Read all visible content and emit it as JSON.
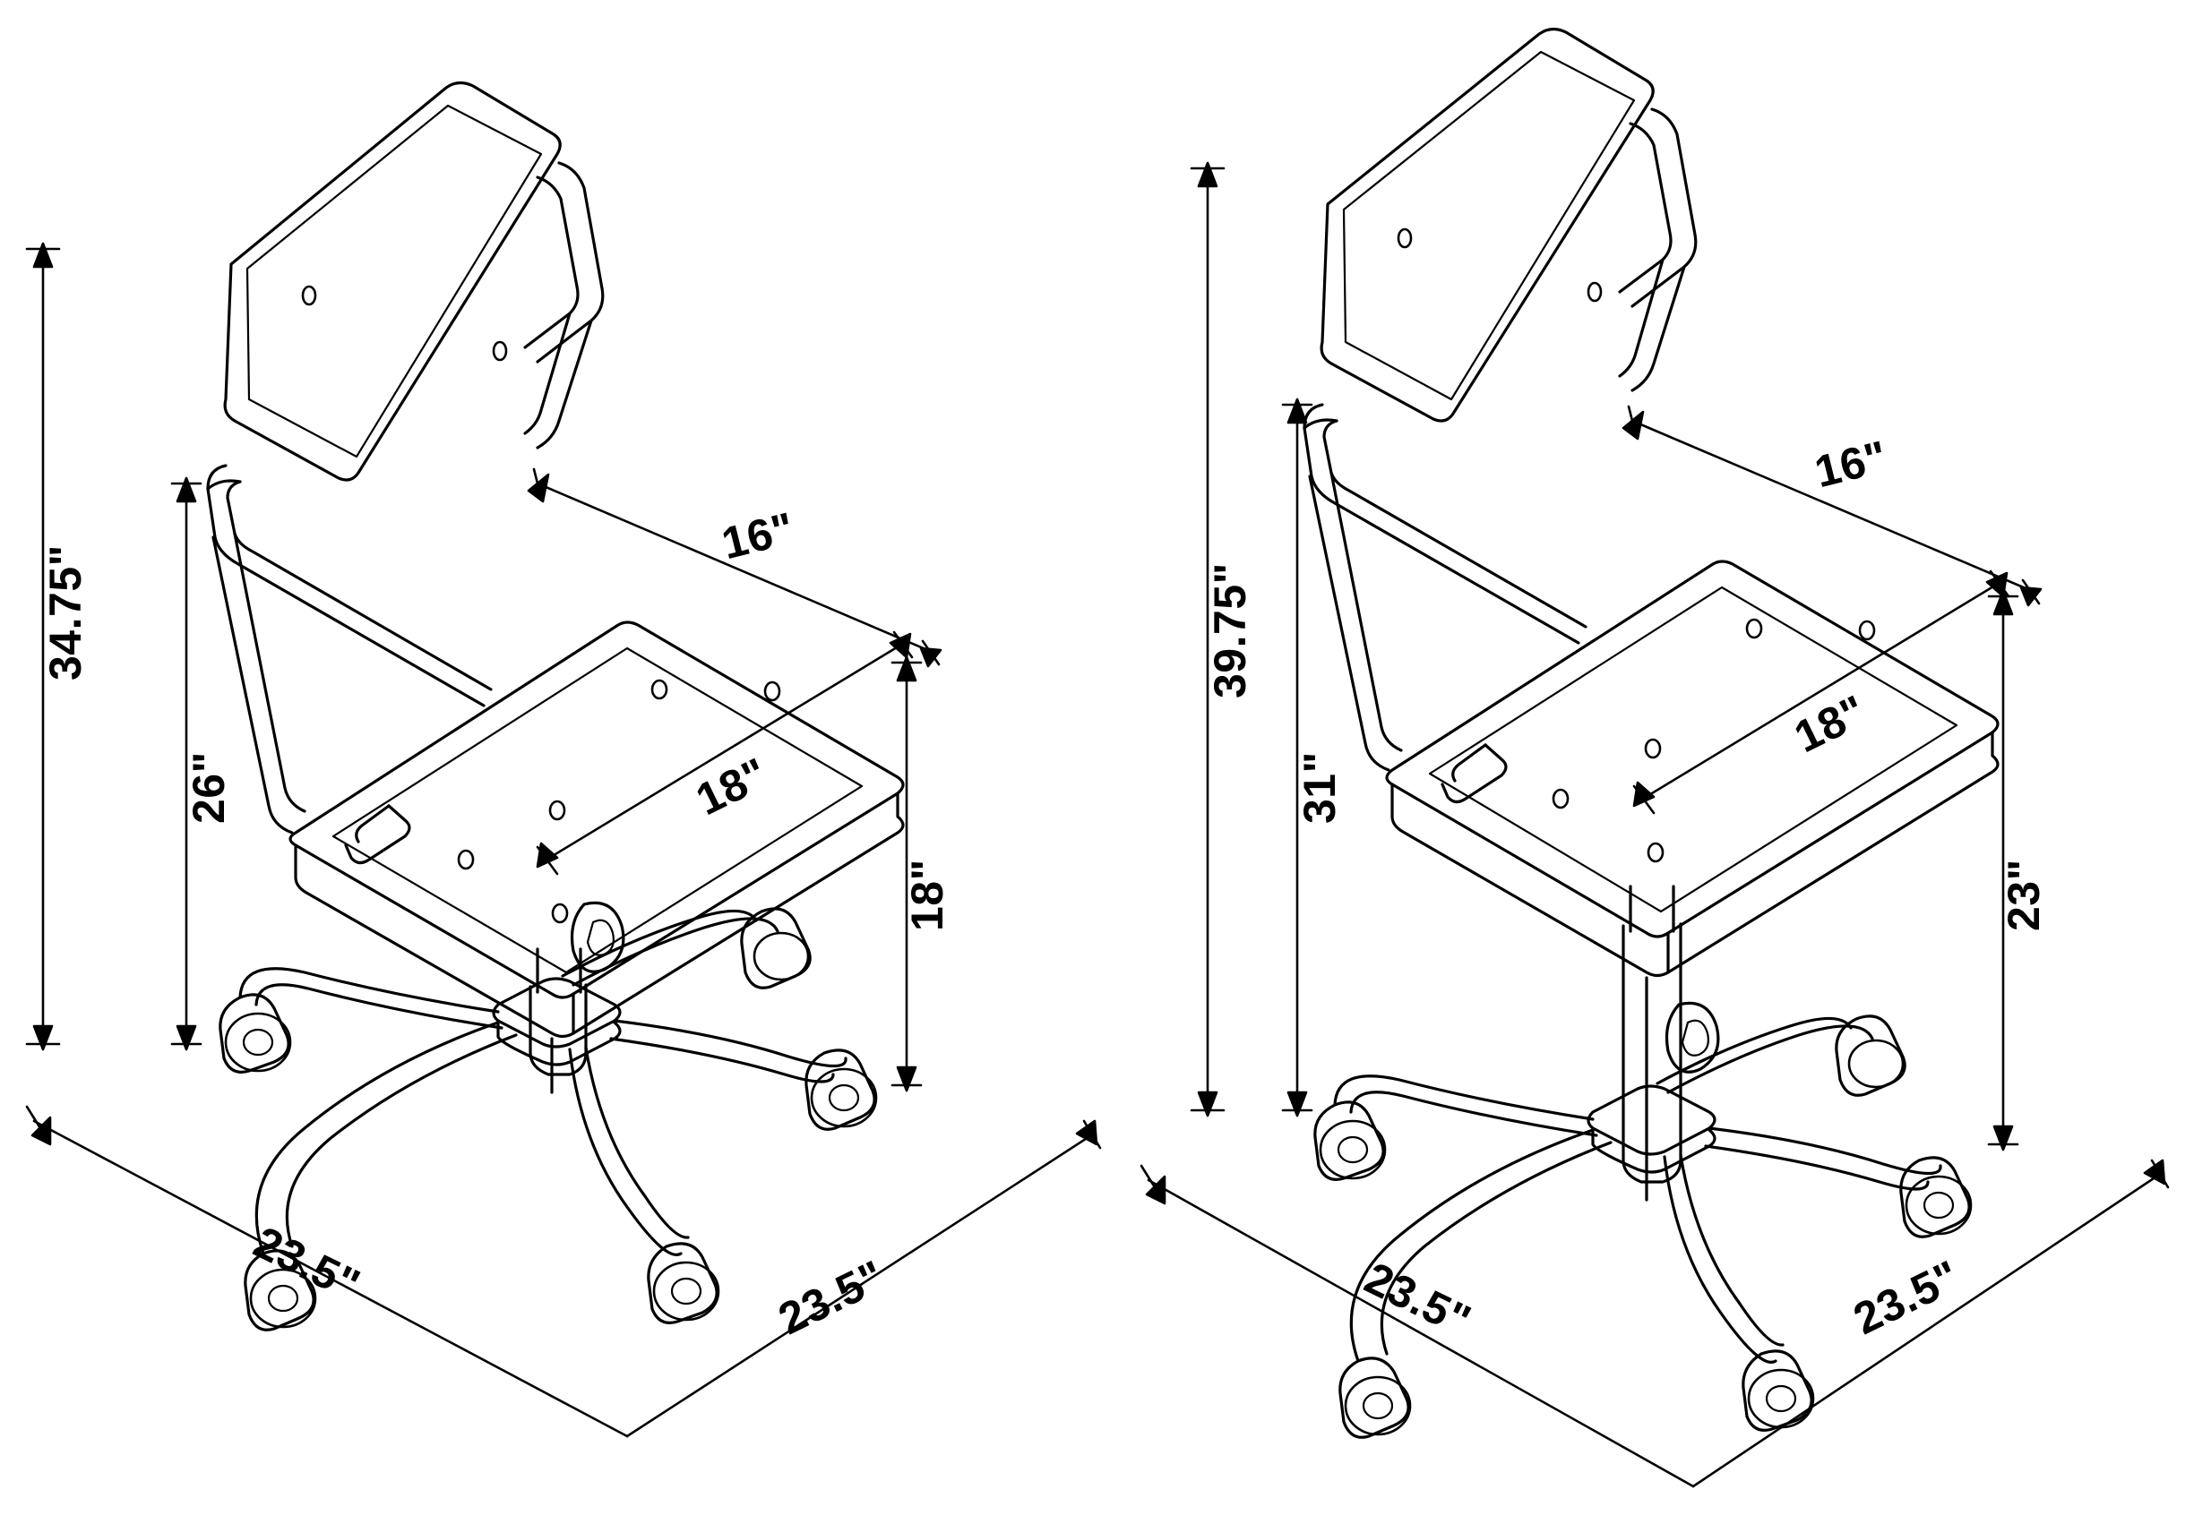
{
  "drawing": {
    "title": "Office Chair Dimension Drawing",
    "type": "technical-line-drawing",
    "units": "inches",
    "unit_symbol": "\"",
    "views": 2,
    "line_color": "#000000",
    "background_color": "#ffffff"
  },
  "chairs": [
    {
      "id": "desk-chair",
      "position": "left",
      "description": "Swivel office chair with arms, 5-star caster base",
      "dimensions": {
        "overall_height": "34.75\"",
        "back_height": "26\"",
        "seat_depth": "16\"",
        "seat_width": "18\"",
        "seat_height": "18\"",
        "base_diameter_left": "23.5\"",
        "base_diameter_right": "23.5\""
      }
    },
    {
      "id": "drafting-chair",
      "position": "right",
      "description": "Tall swivel drafting chair with arms, 5-star caster base",
      "dimensions": {
        "overall_height": "39.75\"",
        "back_height": "31\"",
        "seat_depth": "16\"",
        "seat_width": "18\"",
        "seat_height": "23\"",
        "base_diameter_left": "23.5\"",
        "base_diameter_right": "23.5\""
      }
    }
  ],
  "labels": {
    "left_overall": "34.75\"",
    "left_back": "26\"",
    "left_depth": "16\"",
    "left_width": "18\"",
    "left_seat_height": "18\"",
    "left_base_a": "23.5\"",
    "left_base_b": "23.5\"",
    "right_overall": "39.75\"",
    "right_back": "31\"",
    "right_depth": "16\"",
    "right_width": "18\"",
    "right_seat_height": "23\"",
    "right_base_a": "23.5\"",
    "right_base_b": "23.5\""
  }
}
